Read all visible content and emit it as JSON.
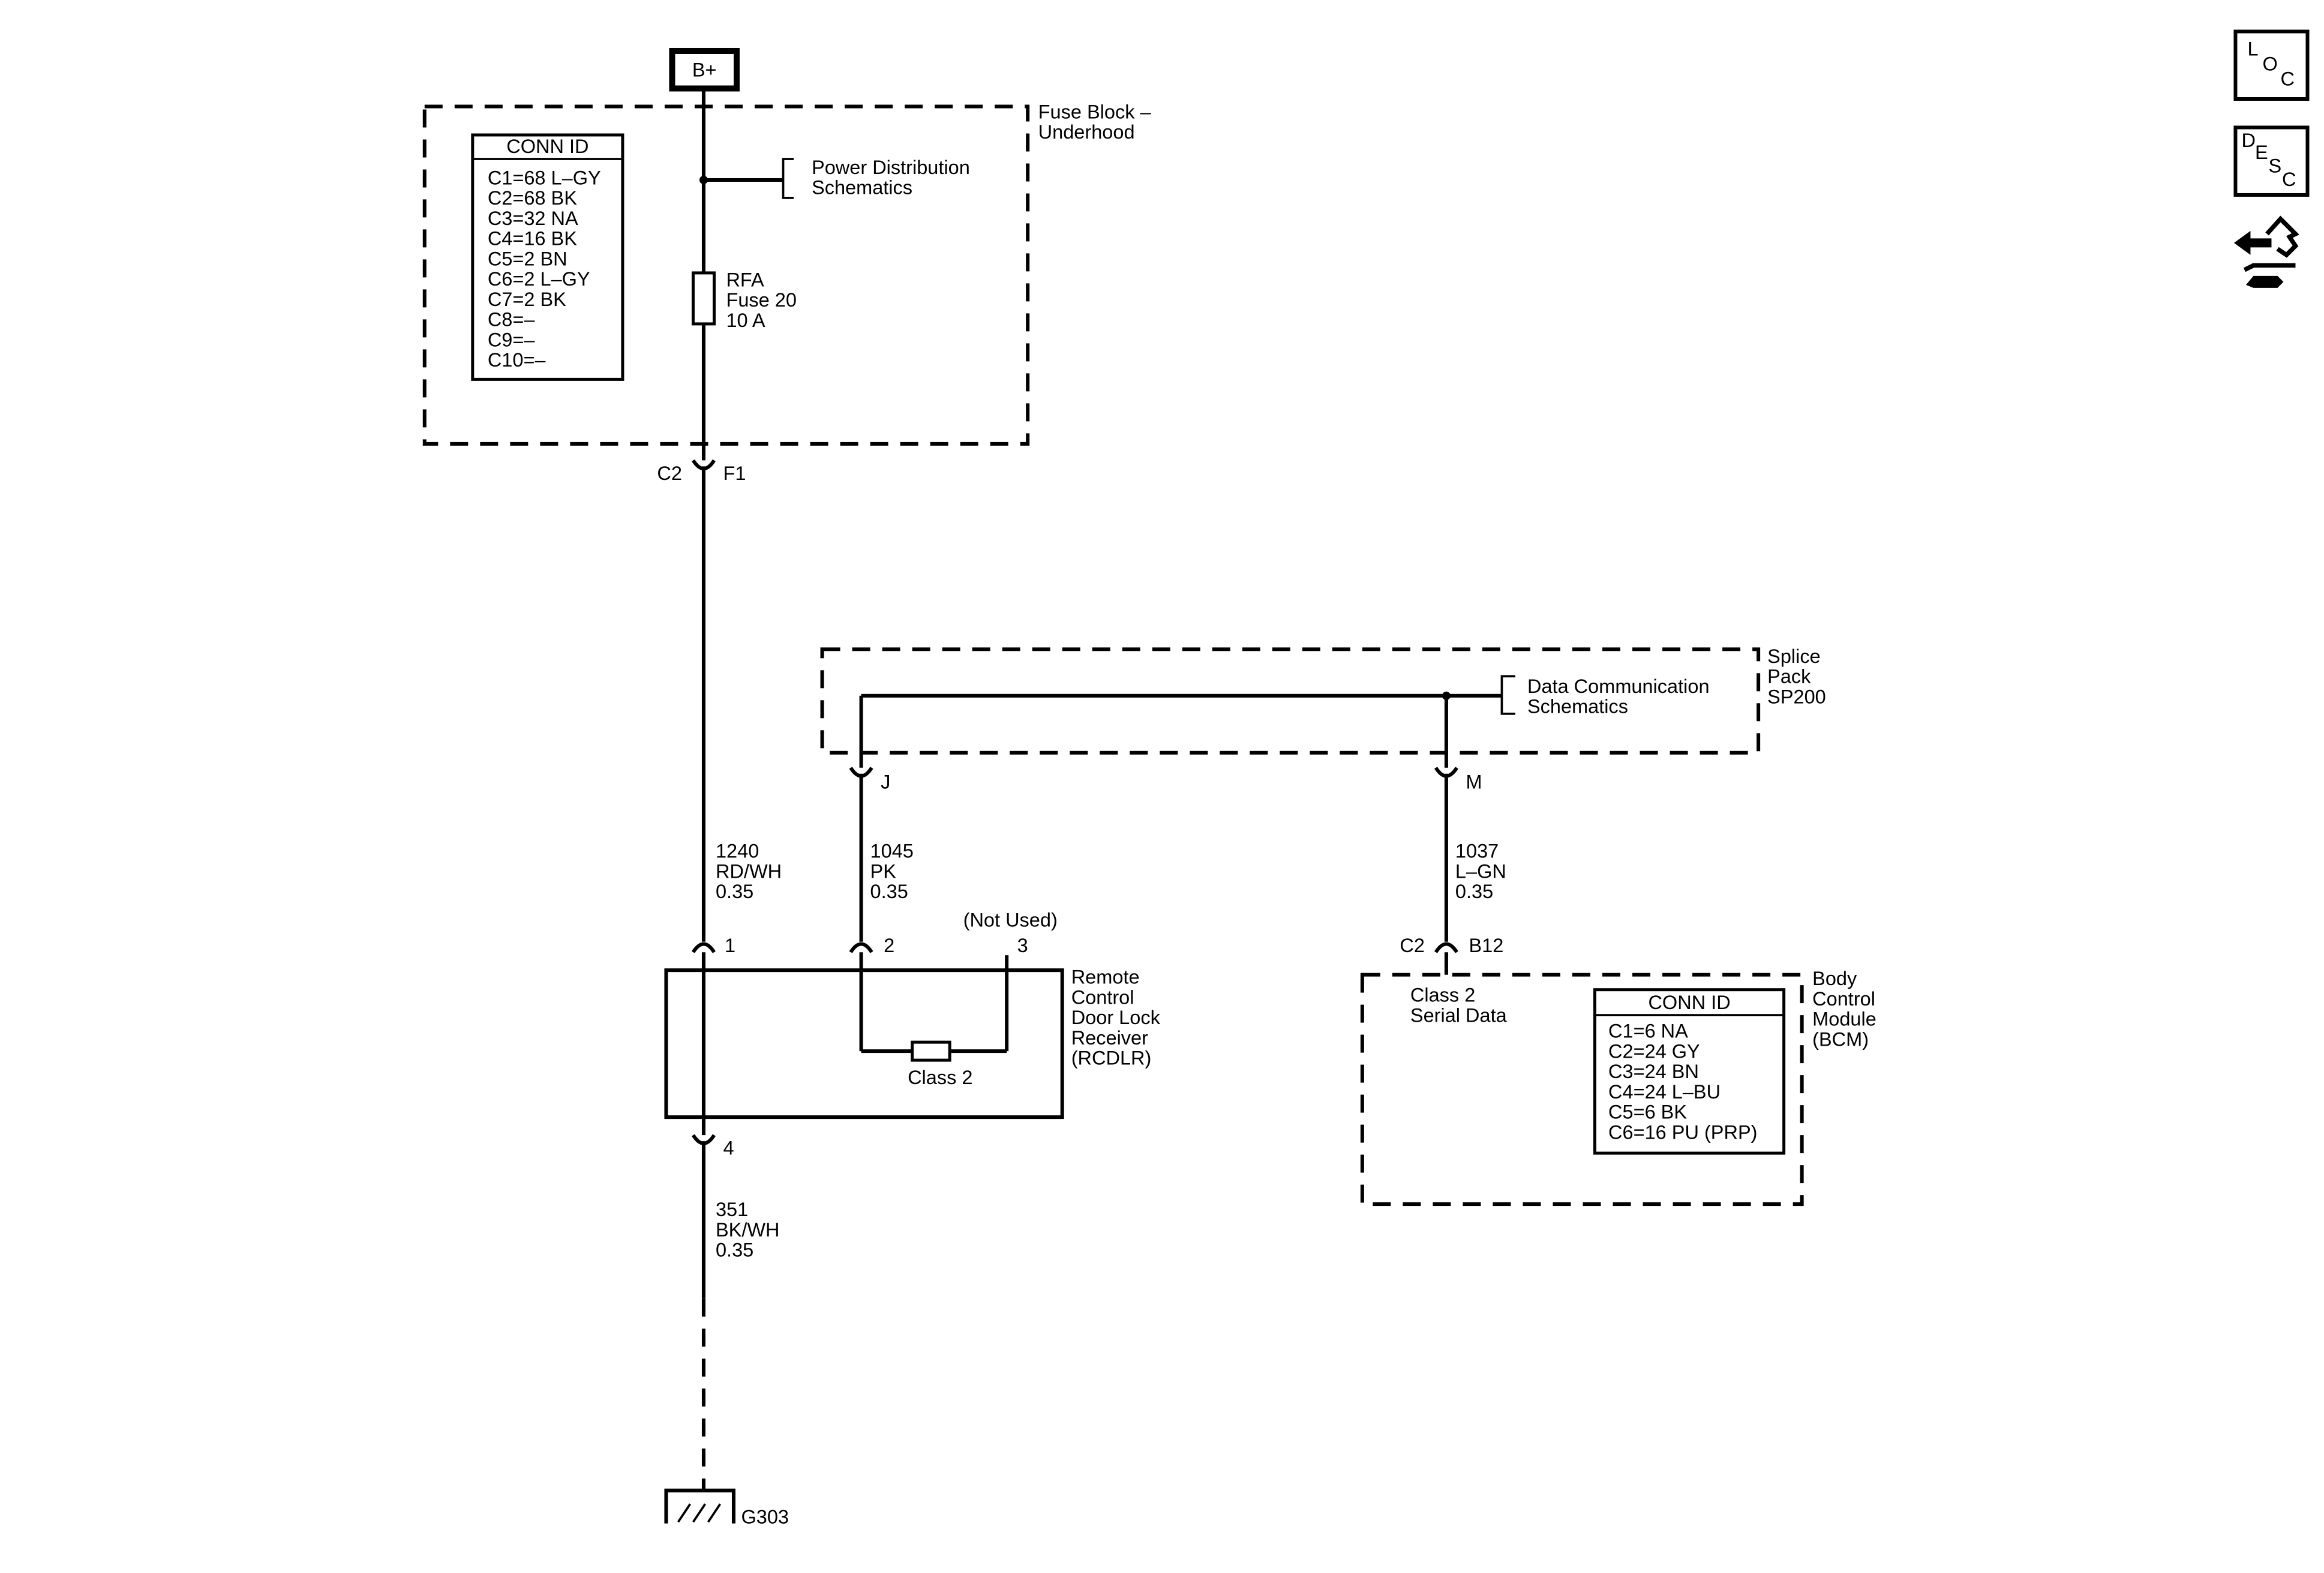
{
  "battery": {
    "label": "B+"
  },
  "fuse_block": {
    "name": "Fuse Block –\nUnderhood",
    "conn_title": "CONN ID",
    "conn_rows": [
      "C1=68 L–GY",
      "C2=68 BK",
      "C3=32 NA",
      "C4=16 BK",
      "C5=2 BN",
      "C6=2 L–GY",
      "C7=2 BK",
      "C8=–",
      "C9=–",
      "C10=–"
    ],
    "power_ref": "Power Distribution\nSchematics",
    "fuse_label": "RFA\nFuse 20\n10 A",
    "out_conn": "C2",
    "out_pin": "F1"
  },
  "wire_1240": {
    "label": "1240\nRD/WH\n0.35"
  },
  "splice_pack": {
    "name": "Splice\nPack\nSP200",
    "data_ref": "Data Communication\nSchematics",
    "pin_j": "J",
    "pin_m": "M"
  },
  "wire_1045": {
    "label": "1045\nPK\n0.35"
  },
  "wire_1037": {
    "label": "1037\nL–GN\n0.35"
  },
  "rcdlr": {
    "name": "Remote\nControl\nDoor Lock\nReceiver\n(RCDLR)",
    "pin1": "1",
    "pin2": "2",
    "pin3": "3",
    "pin4": "4",
    "not_used": "(Not Used)",
    "class2": "Class 2"
  },
  "bcm": {
    "name": "Body\nControl\nModule\n(BCM)",
    "in_conn": "C2",
    "in_pin": "B12",
    "serial": "Class 2\nSerial Data",
    "conn_title": "CONN ID",
    "conn_rows": [
      "C1=6 NA",
      "C2=24 GY",
      "C3=24 BN",
      "C4=24 L–BU",
      "C5=6 BK",
      "C6=16 PU (PRP)"
    ]
  },
  "wire_351": {
    "label": "351\nBK/WH\n0.35"
  },
  "ground": {
    "label": "G303"
  },
  "nav": {
    "loc": {
      "l": "L",
      "o": "O",
      "c": "C"
    },
    "desc": {
      "d": "D",
      "e": "E",
      "s": "S",
      "c": "C"
    }
  },
  "icons": [
    "loc-icon",
    "desc-icon",
    "diagnostic-tool-icon",
    "fuse-icon",
    "ground-icon"
  ]
}
